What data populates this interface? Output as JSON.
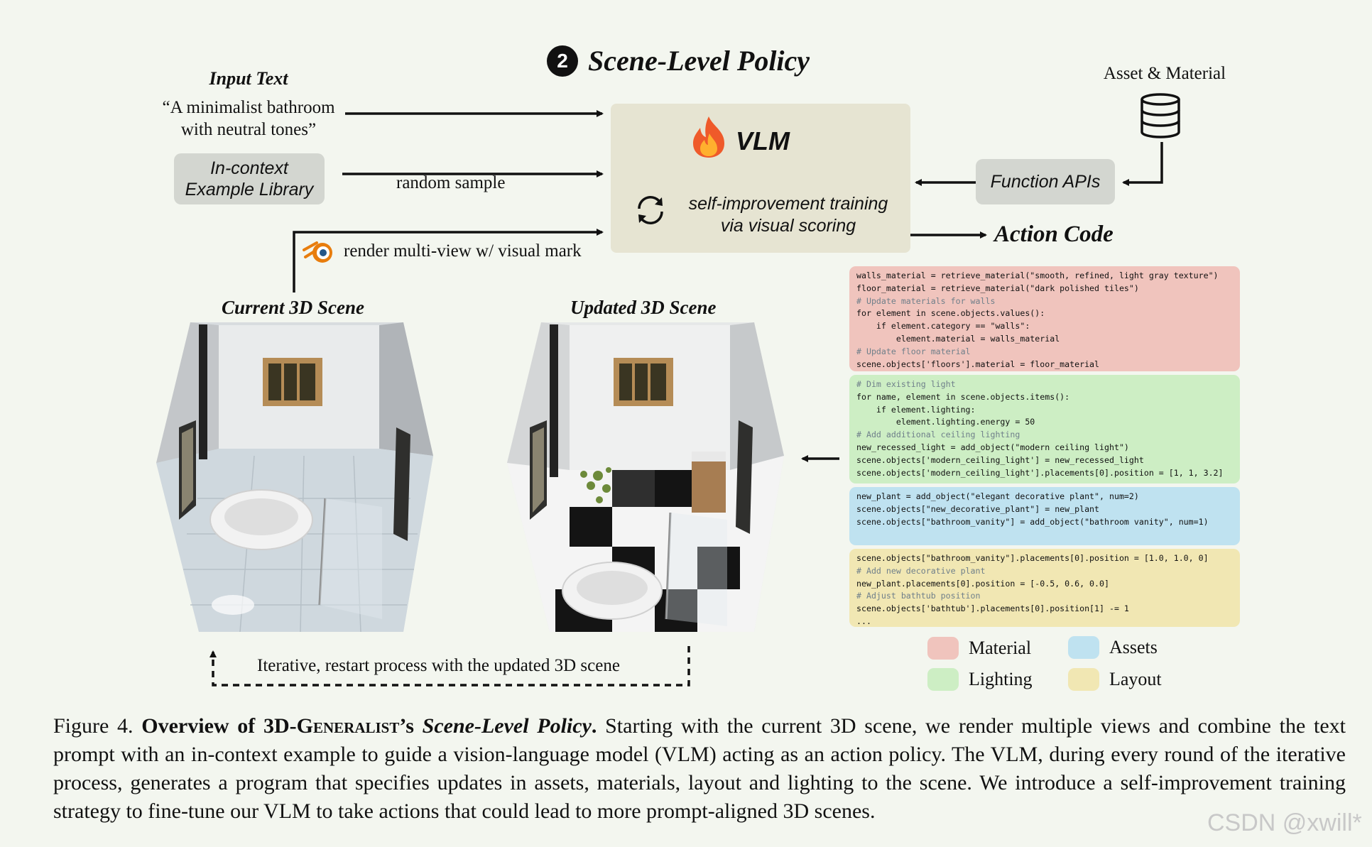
{
  "title": {
    "number": "2",
    "text": "Scene-Level Policy"
  },
  "input": {
    "title": "Input Text",
    "text_line1": "“A minimalist bathroom",
    "text_line2": "with neutral tones”"
  },
  "incontext": {
    "line1": "In-context",
    "line2": "Example Library"
  },
  "random_sample": "random sample",
  "render_label": "render multi-view w/ visual mark",
  "vlm": {
    "label": "VLM",
    "selfimp_line1": "self-improvement training",
    "selfimp_line2": "via visual scoring"
  },
  "asset_title": "Asset & Material",
  "function_apis": "Function APIs",
  "action_code": "Action Code",
  "current_scene": "Current 3D Scene",
  "updated_scene": "Updated 3D Scene",
  "iterative": "Iterative, restart process with the updated 3D scene",
  "code_blocks": [
    {
      "category": "Material",
      "color": "#f0c4bd",
      "lines": [
        "walls_material = retrieve_material(\"smooth, refined, light gray texture\")",
        "floor_material = retrieve_material(\"dark polished tiles\")",
        "# Update materials for walls",
        "for element in scene.objects.values():",
        "    if element.category == \"walls\":",
        "        element.material = walls_material",
        "# Update floor material",
        "scene.objects['floors'].material = floor_material"
      ]
    },
    {
      "category": "Lighting",
      "color": "#cdeec4",
      "lines": [
        "# Dim existing light",
        "for name, element in scene.objects.items():",
        "    if element.lighting:",
        "        element.lighting.energy = 50",
        "# Add additional ceiling lighting",
        "new_recessed_light = add_object(\"modern ceiling light\")",
        "scene.objects['modern_ceiling_light'] = new_recessed_light",
        "scene.objects['modern_ceiling_light'].placements[0].position = [1, 1, 3.2]"
      ]
    },
    {
      "category": "Assets",
      "color": "#bfe2f0",
      "lines": [
        "new_plant = add_object(\"elegant decorative plant\", num=2)",
        "scene.objects[\"new_decorative_plant\"] = new_plant",
        "scene.objects[\"bathroom_vanity\"] = add_object(\"bathroom vanity\", num=1)"
      ]
    },
    {
      "category": "Layout",
      "color": "#f1e7b3",
      "lines": [
        "scene.objects[\"bathroom_vanity\"].placements[0].position = [1.0, 1.0, 0]",
        "# Add new decorative plant",
        "new_plant.placements[0].position = [-0.5, 0.6, 0.0]",
        "# Adjust bathtub position",
        "scene.objects['bathtub'].placements[0].position[1] -= 1",
        "..."
      ]
    }
  ],
  "legend": [
    {
      "label": "Material",
      "color": "#f0c4bd"
    },
    {
      "label": "Assets",
      "color": "#bfe2f0"
    },
    {
      "label": "Lighting",
      "color": "#cdeec4"
    },
    {
      "label": "Layout",
      "color": "#f1e7b3"
    }
  ],
  "caption": {
    "prefix": "Figure 4. ",
    "bold1": "Overview of 3D-",
    "smallcaps": "Generalist",
    "bold2": "’s ",
    "bolditalic": "Scene-Level Policy",
    "bold3": ".",
    "rest": " Starting with the current 3D scene, we render multiple views and combine the text prompt with an in-context example to guide a vision-language model (VLM) acting as an action policy. The VLM, during every round of the iterative process, generates a program that specifies updates in assets, materials, layout and lighting to the scene. We introduce a self-improvement training strategy to fine-tune our VLM to take actions that could lead to more prompt-aligned 3D scenes."
  },
  "watermark": "CSDN @xwill*"
}
